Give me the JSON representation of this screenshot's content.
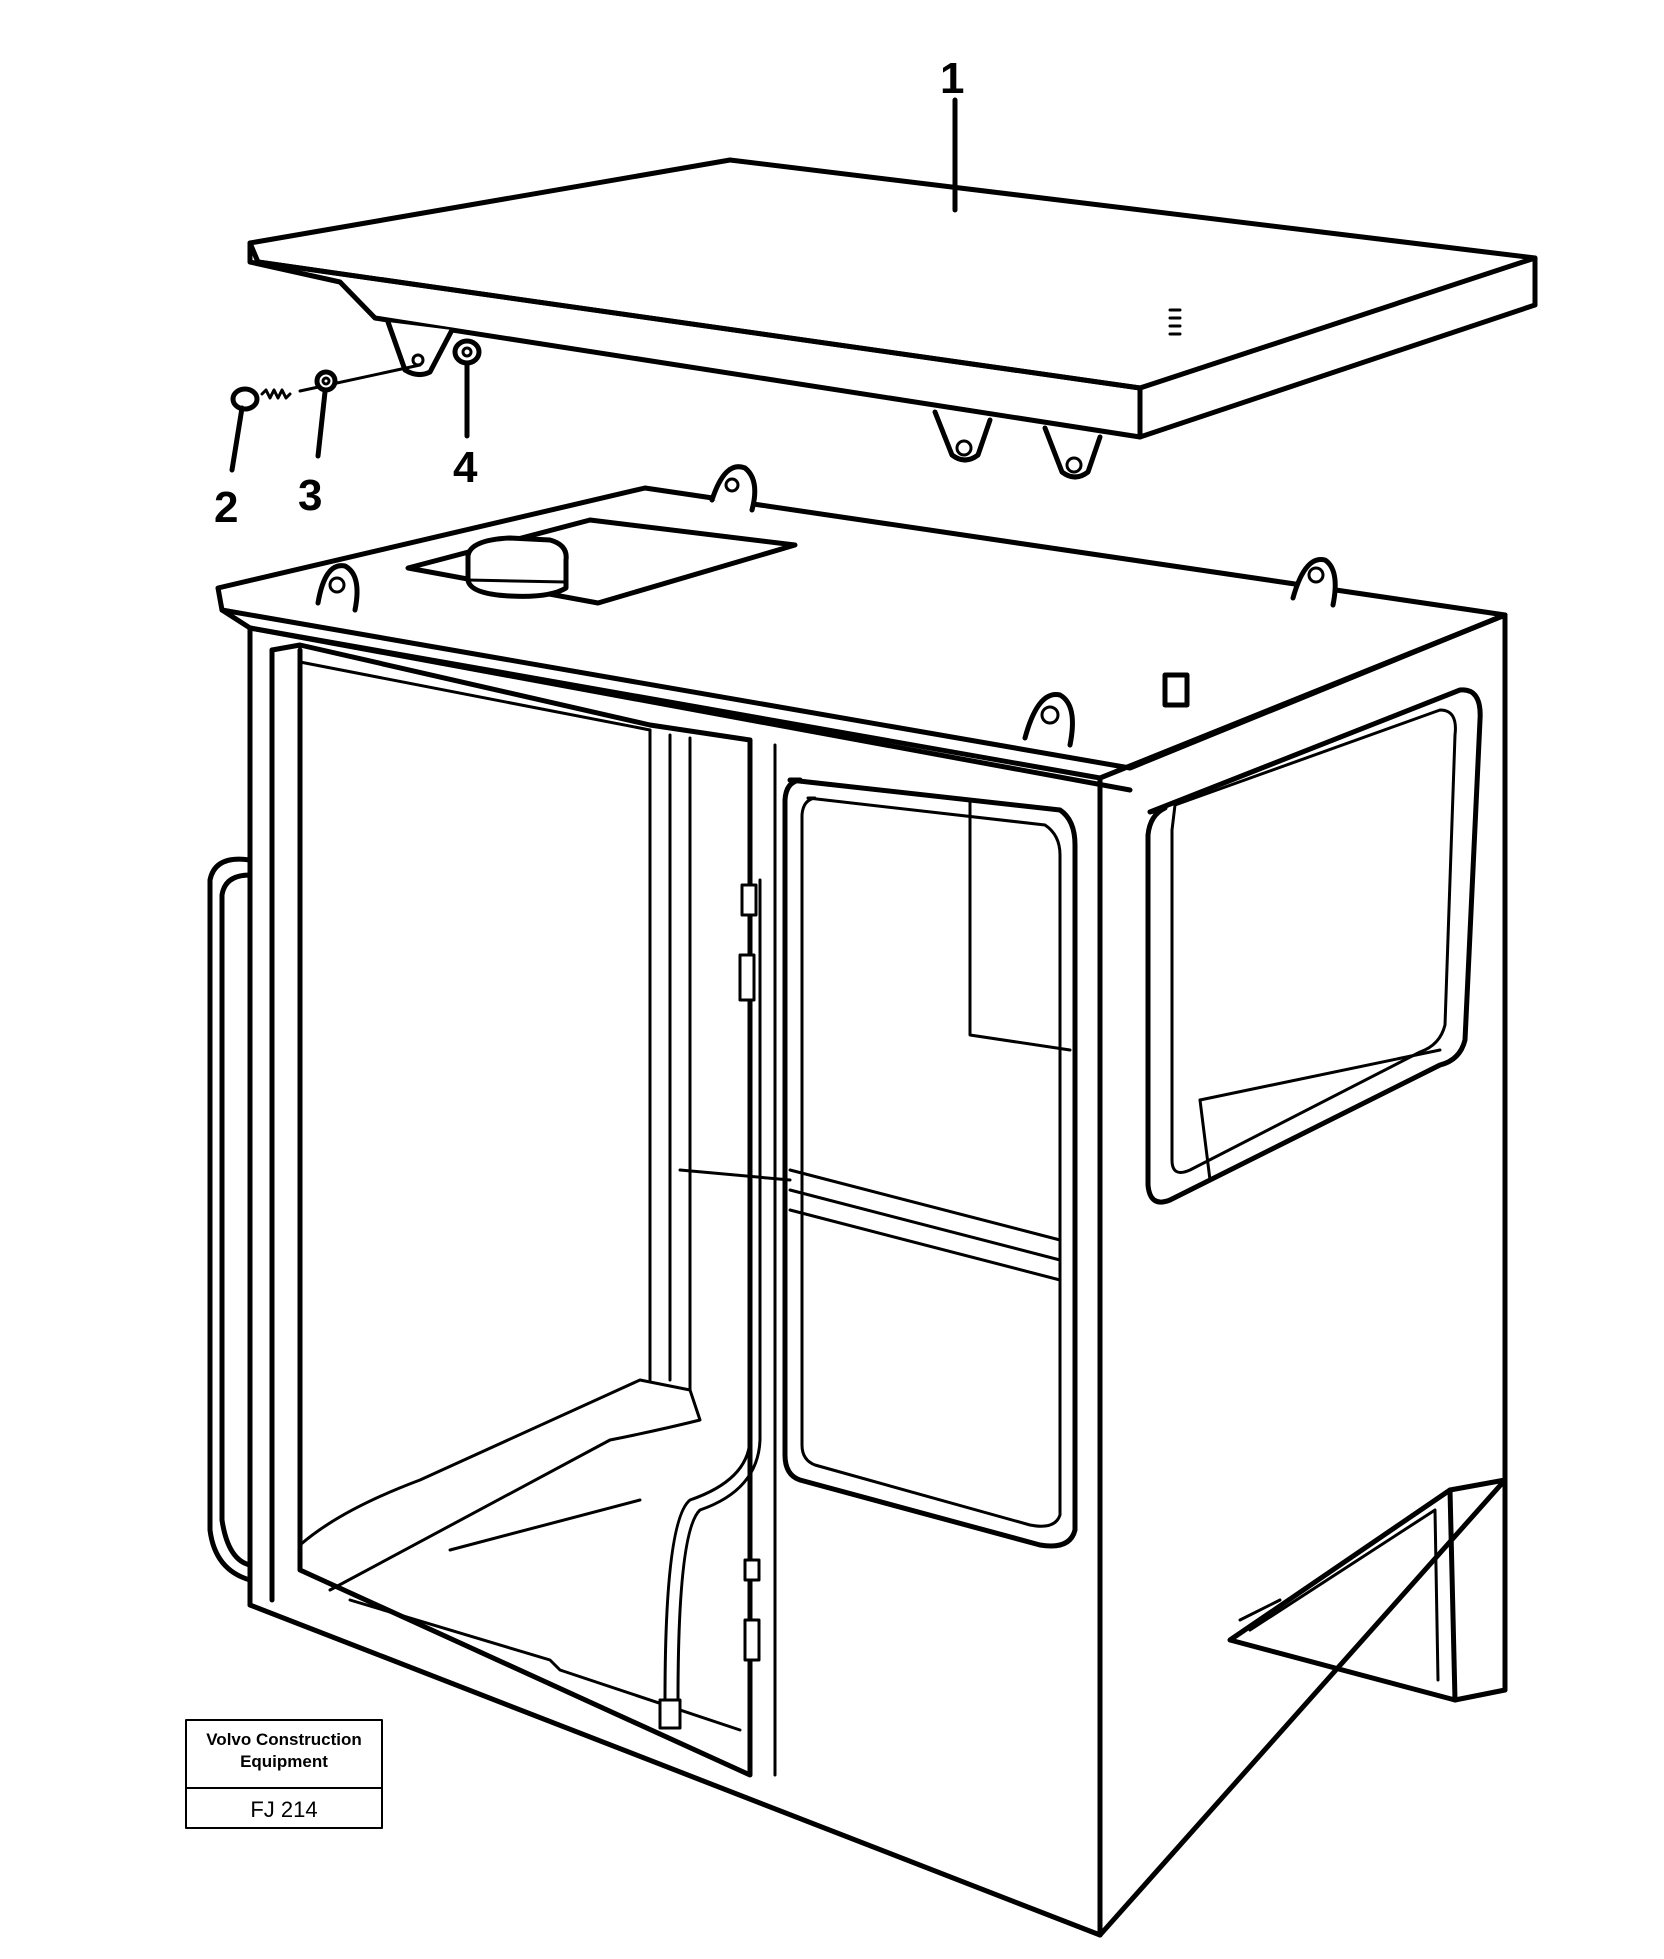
{
  "callouts": [
    {
      "id": "1",
      "label": "1"
    },
    {
      "id": "2",
      "label": "2"
    },
    {
      "id": "3",
      "label": "3"
    },
    {
      "id": "4",
      "label": "4"
    }
  ],
  "stamp": {
    "line1": "Volvo Construction",
    "line2": "Equipment",
    "code": "FJ 214"
  }
}
